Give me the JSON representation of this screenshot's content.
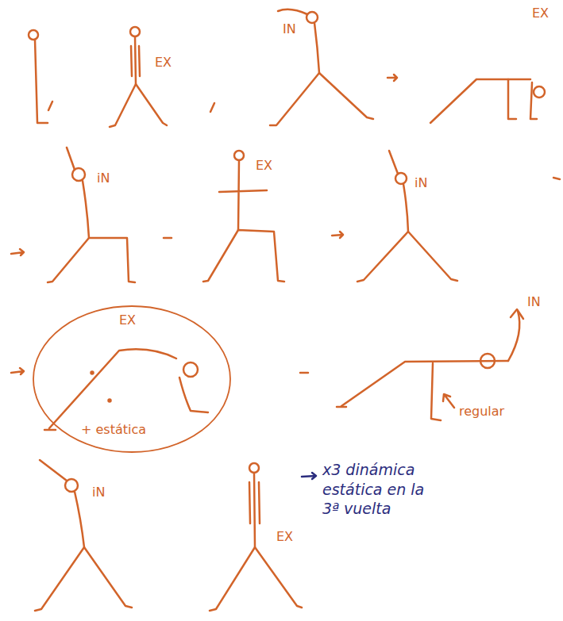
{
  "diagram": {
    "nodes": [
      {
        "text": [
          "EX",
          "+ estática"
        ]
      }
    ],
    "labels": [
      "EX",
      "IN",
      "EX",
      "iN",
      "EX",
      "iN",
      "IN",
      "regular",
      "iN",
      "EX",
      "x3 dinámica estática en la 3ª vuelta"
    ]
  }
}
